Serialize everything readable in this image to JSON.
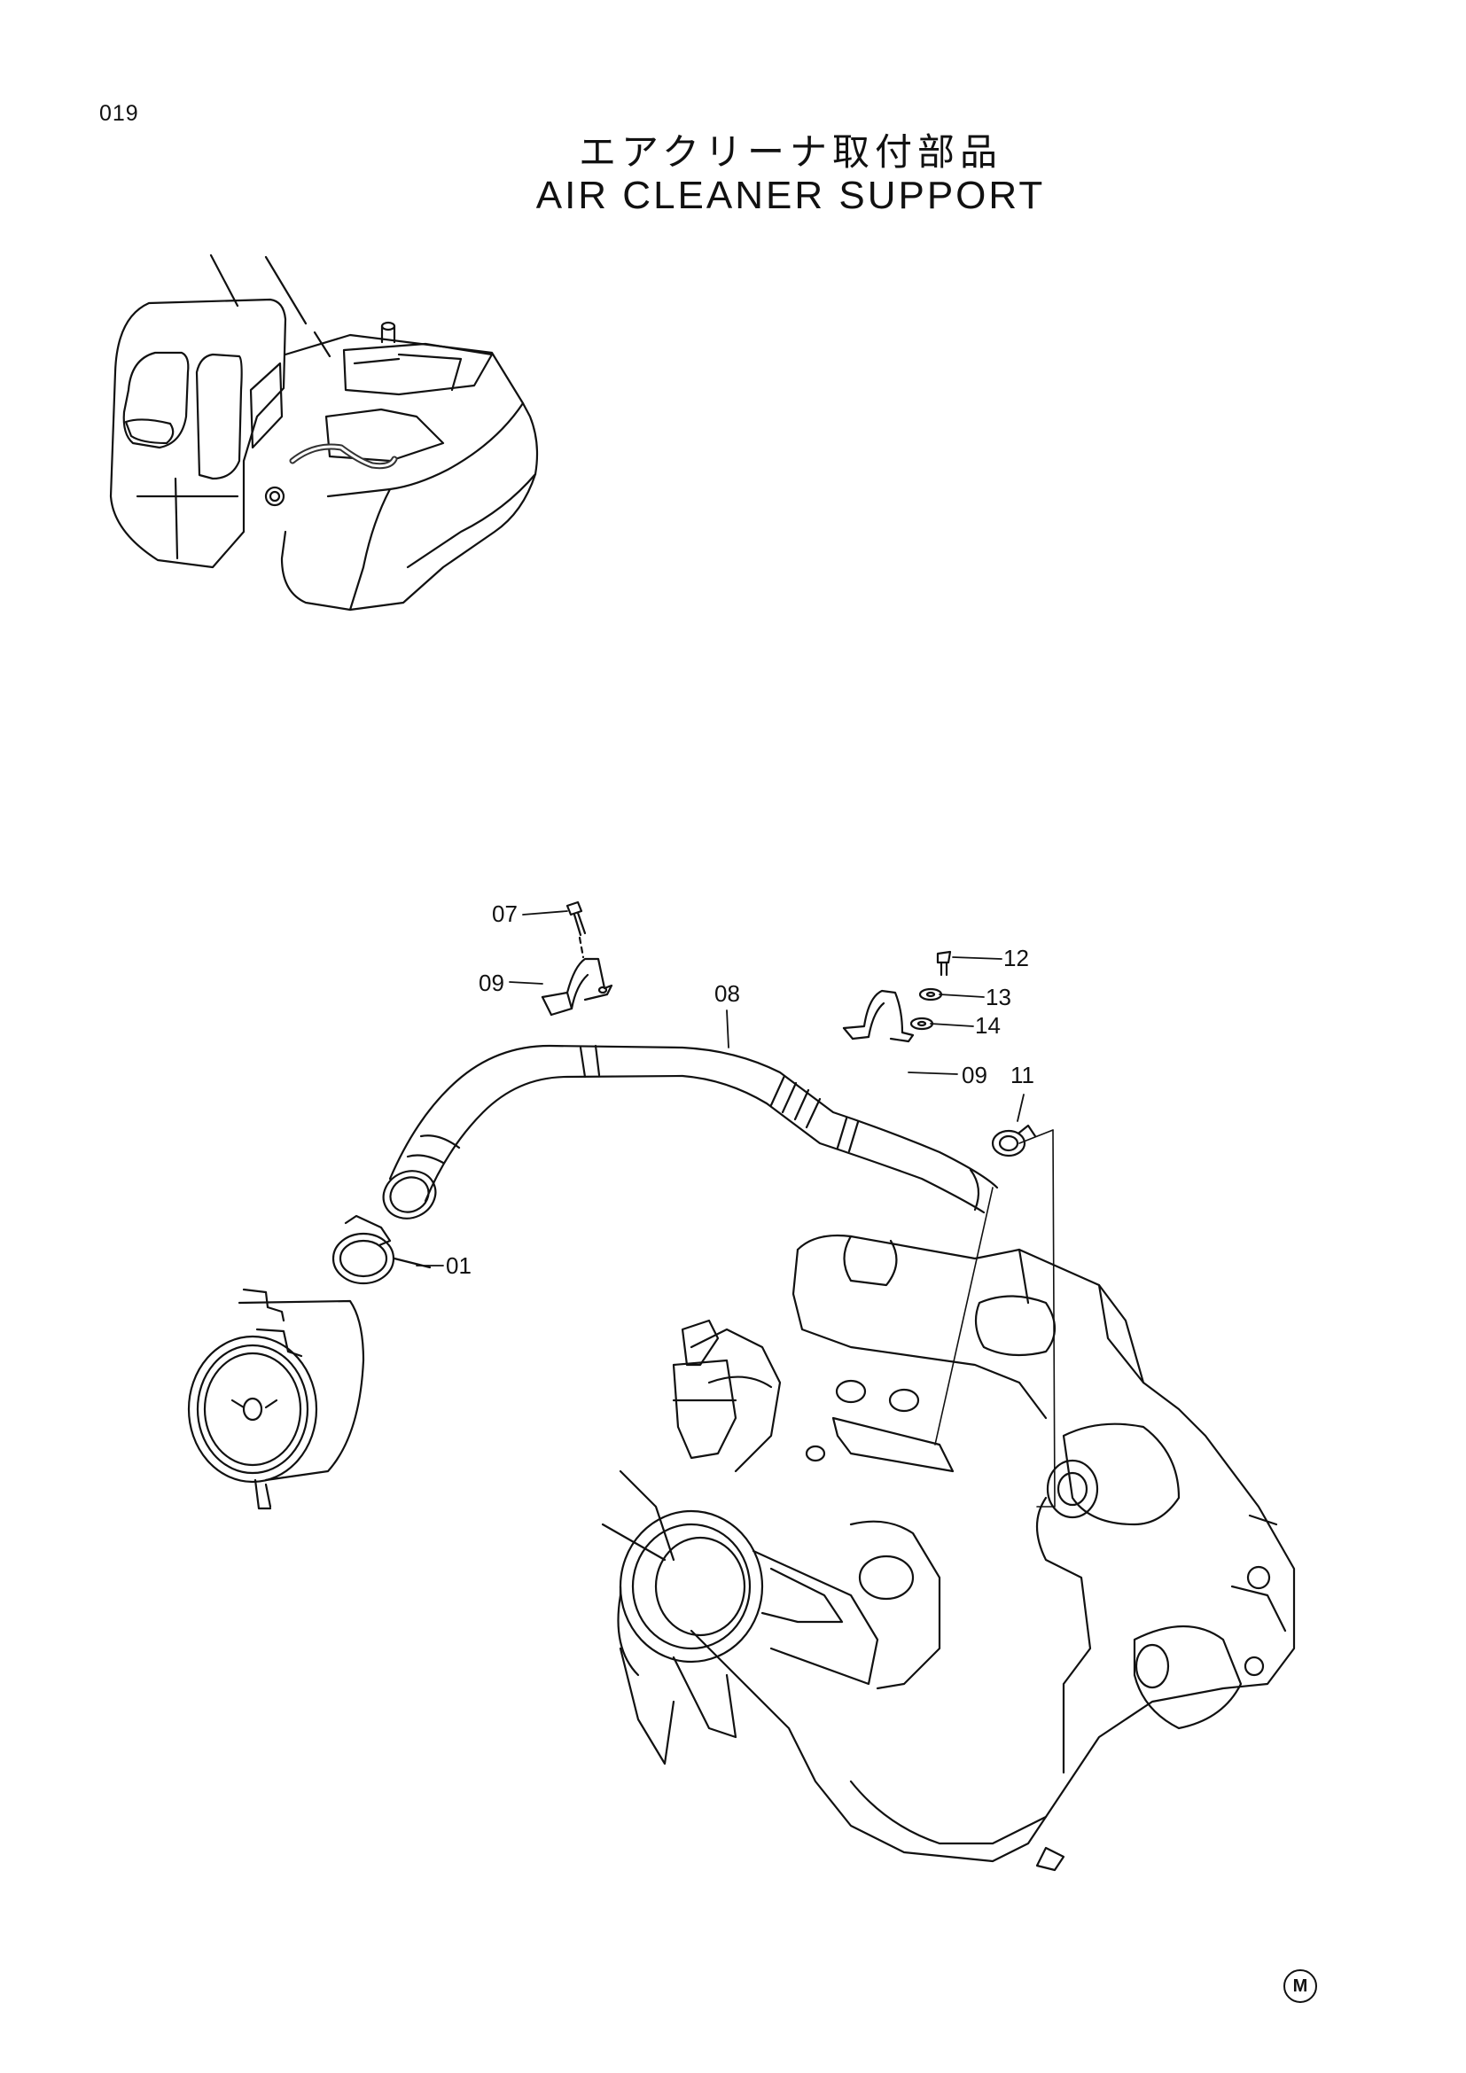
{
  "page": {
    "number": "019",
    "title_jp": "エアクリーナ取付部品",
    "title_en": "AIR CLEANER SUPPORT",
    "mark": "M"
  },
  "callouts": {
    "c01": "01",
    "c07": "07",
    "c08": "08",
    "c09a": "09",
    "c09b": "09",
    "c11": "11",
    "c12": "12",
    "c13": "13",
    "c14": "14"
  }
}
